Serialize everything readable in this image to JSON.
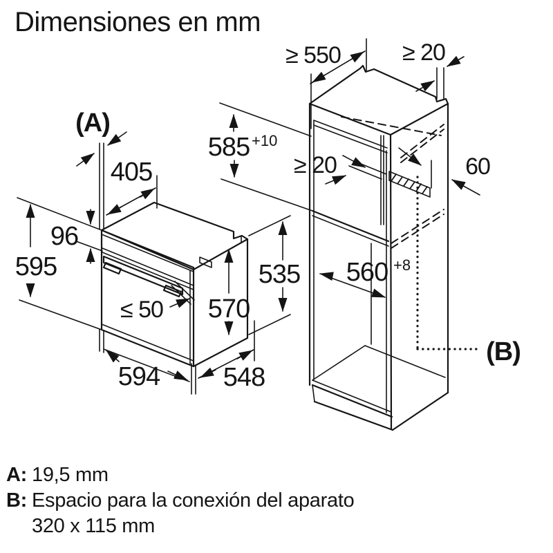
{
  "title": "Dimensiones en mm",
  "oven": {
    "frame_label": "(A)",
    "dim_top_depth": "405",
    "dim_panel_height": "96",
    "dim_height": "595",
    "dim_protrusion": "≤ 50",
    "dim_inner_height": "570",
    "dim_body_depth": "535",
    "dim_width": "594",
    "dim_depth": "548"
  },
  "cabinet": {
    "dim_min_depth": "≥ 550",
    "dim_wall_gap": "≥ 20",
    "dim_niche_height": "585",
    "niche_height_tolerance": "+10",
    "dim_vent_gap": "≥ 20",
    "dim_rear_offset": "60",
    "dim_niche_width": "560",
    "niche_width_tolerance": "+8",
    "connection_label": "(B)"
  },
  "notes": {
    "a_key": "A:",
    "a_value": "19,5 mm",
    "b_key": "B:",
    "b_value": "Espacio para la conexión del aparato",
    "b_dimensions": "320 x 115 mm"
  }
}
